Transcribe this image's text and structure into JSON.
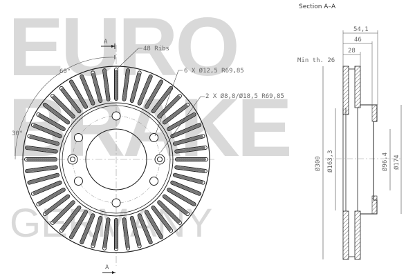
{
  "watermark": {
    "line1": "EURO",
    "line2": "BRAKE",
    "line3": "GERMANY",
    "color": "#d9d9d9"
  },
  "front_view": {
    "section_marker_top": "A",
    "section_marker_bottom": "A",
    "ribs_label": "48 Ribs",
    "bolt_holes_label": "6 X Ø12,5 R69,85",
    "aux_holes_label": "2 X Ø8,8/Ø18,5 R69,85",
    "angle_60": "60°",
    "angle_30": "30°",
    "rib_count": 48,
    "bolt_hole_count": 6,
    "aux_hole_count": 2
  },
  "section_view": {
    "title": "Section A–A",
    "min_thickness_label": "Min th. 26",
    "dim_total_height": "54,1",
    "dim_hat_height": "46",
    "dim_disc_thickness": "28",
    "dim_outer_diameter": "Ø300",
    "dim_hat_diameter": "Ø163,3",
    "dim_center_bore": "Ø96,4",
    "dim_hub_diameter": "Ø174"
  },
  "colors": {
    "line": "#222222",
    "text": "#666666",
    "watermark": "#d9d9d9"
  }
}
